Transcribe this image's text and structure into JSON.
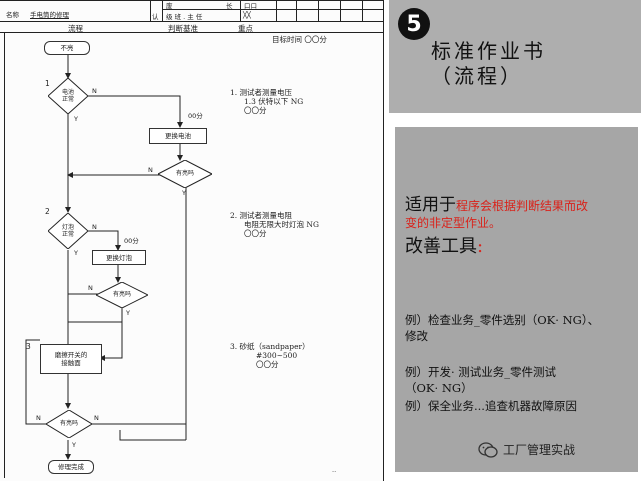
{
  "header": {
    "name_label": "名称",
    "name_value": "手电筒的修理",
    "recognized_char": "认",
    "row1_tail": "长",
    "row2_text": "级 班 . 主 任",
    "boxes_mark": "口口",
    "x_mark": "╳╳",
    "col_flow": "流程",
    "col_criteria": "判断基准",
    "col_points": "重点",
    "target_time": "目标时间   〇〇分"
  },
  "flow": {
    "start": "不亮",
    "step1_num": "1",
    "dec1": "电池\n正常",
    "yes": "Y",
    "no": "N",
    "time1": "00分",
    "replace_battery": "更换电池",
    "check": "有亮吗",
    "step2_num": "2",
    "dec2": "灯泡\n正常",
    "time2": "00分",
    "replace_bulb": "更换灯泡",
    "step3_num": "3",
    "polish": "磨擦开关的\n接触面",
    "finish": "修理完成"
  },
  "notes": {
    "n1_title": "1.   测试者测量电压",
    "n1_l2": "1.3 伏特以下 NG",
    "n1_l3": "〇〇分",
    "n2_title": "2.   测试者测量电阻",
    "n2_l2": "电阻无限大时灯泡 NG",
    "n2_l3": "〇〇分",
    "n3_title": "3.   砂纸（sandpaper）",
    "n3_l2": "#300~500",
    "n3_l3": "〇〇分",
    "footer_mark": "··"
  },
  "panel1": {
    "number": "5",
    "title_line1": "标准作业书",
    "title_line2": "（流程）"
  },
  "panel2": {
    "applies_prefix": "适用于",
    "applies_red_1": "程序会根据判断结果而改",
    "applies_red_2": "变的非定型作业。",
    "improve_title": "改善工具",
    "improve_colon": ":",
    "ex1_l1": "例）检查业务_零件选别（OK· NG）、",
    "ex1_l2": "修改",
    "ex2_l1": "例）开发· 测试业务_零件测试",
    "ex2_l2": "（OK· NG）",
    "ex3": "例）保全业务...追查机器故障原因"
  },
  "watermark": {
    "text": "工厂管理实战",
    "icon": "wechat-icon"
  }
}
